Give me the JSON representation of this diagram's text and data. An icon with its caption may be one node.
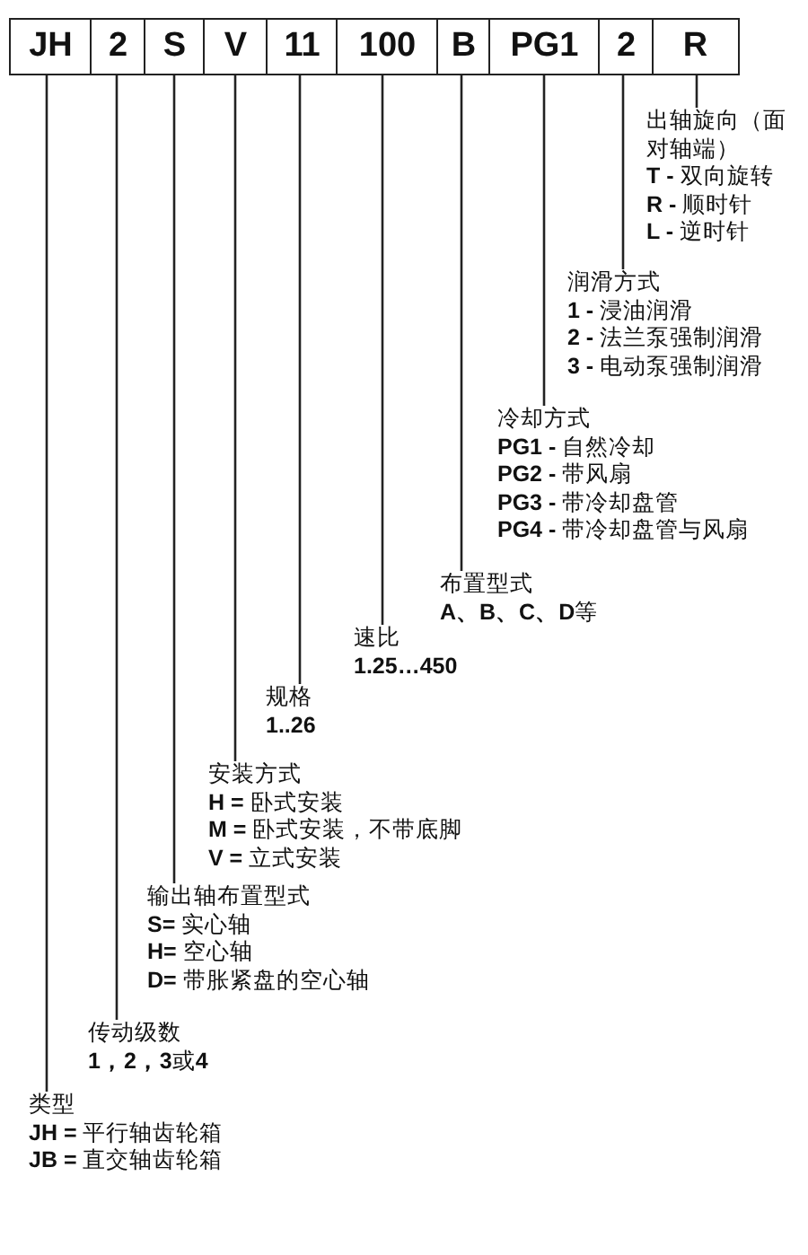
{
  "diagram": {
    "nodes": [
      {
        "text": [
          "JH"
        ]
      },
      {
        "text": [
          "2"
        ]
      },
      {
        "text": [
          "S"
        ]
      },
      {
        "text": [
          "V"
        ]
      },
      {
        "text": [
          "11"
        ]
      },
      {
        "text": [
          "100"
        ]
      },
      {
        "text": [
          "B"
        ]
      },
      {
        "text": [
          "PG1"
        ]
      },
      {
        "text": [
          "2"
        ]
      },
      {
        "text": [
          "R"
        ]
      },
      {
        "text": [
          "类型",
          "**JH =** 平行轴齿轮箱",
          "**JB =** 直交轴齿轮箱"
        ]
      },
      {
        "text": [
          "传动级数",
          "**1，2，3**或**4**"
        ]
      },
      {
        "text": [
          "输出轴布置型式",
          "**S=** 实心轴",
          "**H=** 空心轴",
          "**D=** 带胀紧盘的空心轴"
        ]
      },
      {
        "text": [
          "安装方式",
          "**H =** 卧式安装",
          "**M =** 卧式安装，不带底脚",
          "**V =** 立式安装"
        ]
      },
      {
        "text": [
          "规格",
          "**1..26**"
        ]
      },
      {
        "text": [
          "速比",
          "**1.25…450**"
        ]
      },
      {
        "text": [
          "布置型式",
          "**A、B、C、D**等"
        ]
      },
      {
        "text": [
          "冷却方式",
          "**PG1 -** 自然冷却",
          "**PG2 -** 带风扇",
          "**PG3 -** 带冷却盘管",
          "**PG4 -** 带冷却盘管与风扇"
        ]
      },
      {
        "text": [
          "润滑方式",
          "**1 -** 浸油润滑",
          "**2 -** 法兰泵强制润滑",
          "**3 -** 电动泵强制润滑"
        ]
      },
      {
        "text": [
          "出轴旋向（面对轴端）",
          "**T -** 双向旋转",
          "**R -** 顺时针",
          "**L -** 逆时针"
        ]
      }
    ],
    "edges": [
      {
        "from": 0,
        "to": 10,
        "arrow": "none"
      },
      {
        "from": 1,
        "to": 11,
        "arrow": "none"
      },
      {
        "from": 2,
        "to": 12,
        "arrow": "none"
      },
      {
        "from": 3,
        "to": 13,
        "arrow": "none"
      },
      {
        "from": 4,
        "to": 14,
        "arrow": "none"
      },
      {
        "from": 5,
        "to": 15,
        "arrow": "none"
      },
      {
        "from": 6,
        "to": 16,
        "arrow": "none"
      },
      {
        "from": 7,
        "to": 17,
        "arrow": "none"
      },
      {
        "from": 8,
        "to": 18,
        "arrow": "none"
      },
      {
        "from": 9,
        "to": 19,
        "arrow": "none"
      }
    ]
  }
}
